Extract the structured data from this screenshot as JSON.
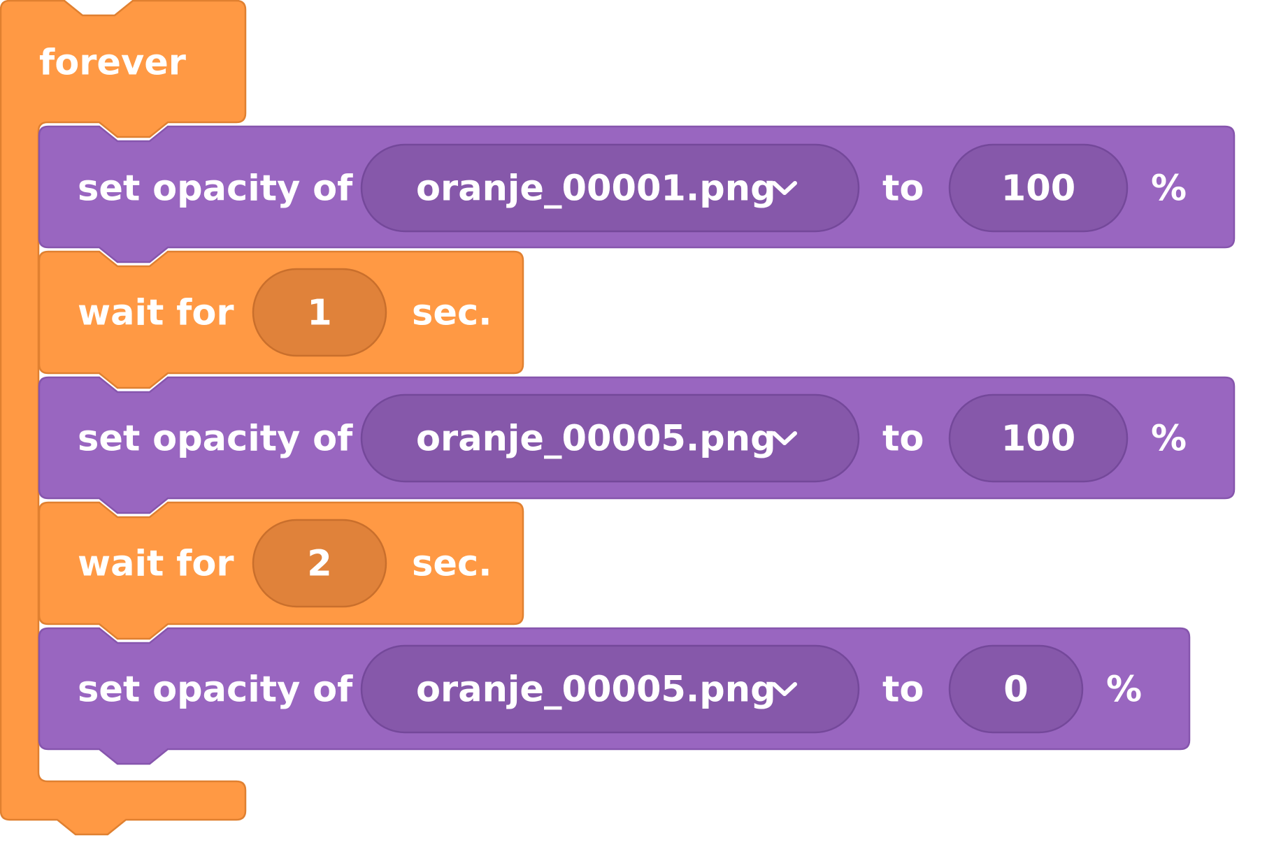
{
  "colors": {
    "control_block": "#ff9944",
    "control_border": "#e08030",
    "control_field": "#e0823a",
    "looks_block": "#9966c0",
    "looks_border": "#8655ad",
    "looks_field": "#8658aa",
    "looks_field_border": "#74489a",
    "text": "#ffffff"
  },
  "forever": {
    "label": "forever"
  },
  "blocks": [
    {
      "type": "set_opacity",
      "label": "set opacity of",
      "target": "oranje_00001.png",
      "to_label": "to",
      "value": "100",
      "unit": "%"
    },
    {
      "type": "wait",
      "label": "wait for",
      "value": "1",
      "unit": "sec."
    },
    {
      "type": "set_opacity",
      "label": "set opacity of",
      "target": "oranje_00005.png",
      "to_label": "to",
      "value": "100",
      "unit": "%"
    },
    {
      "type": "wait",
      "label": "wait for",
      "value": "2",
      "unit": "sec."
    },
    {
      "type": "set_opacity",
      "label": "set opacity of",
      "target": "oranje_00005.png",
      "to_label": "to",
      "value": "0",
      "unit": "%"
    }
  ]
}
